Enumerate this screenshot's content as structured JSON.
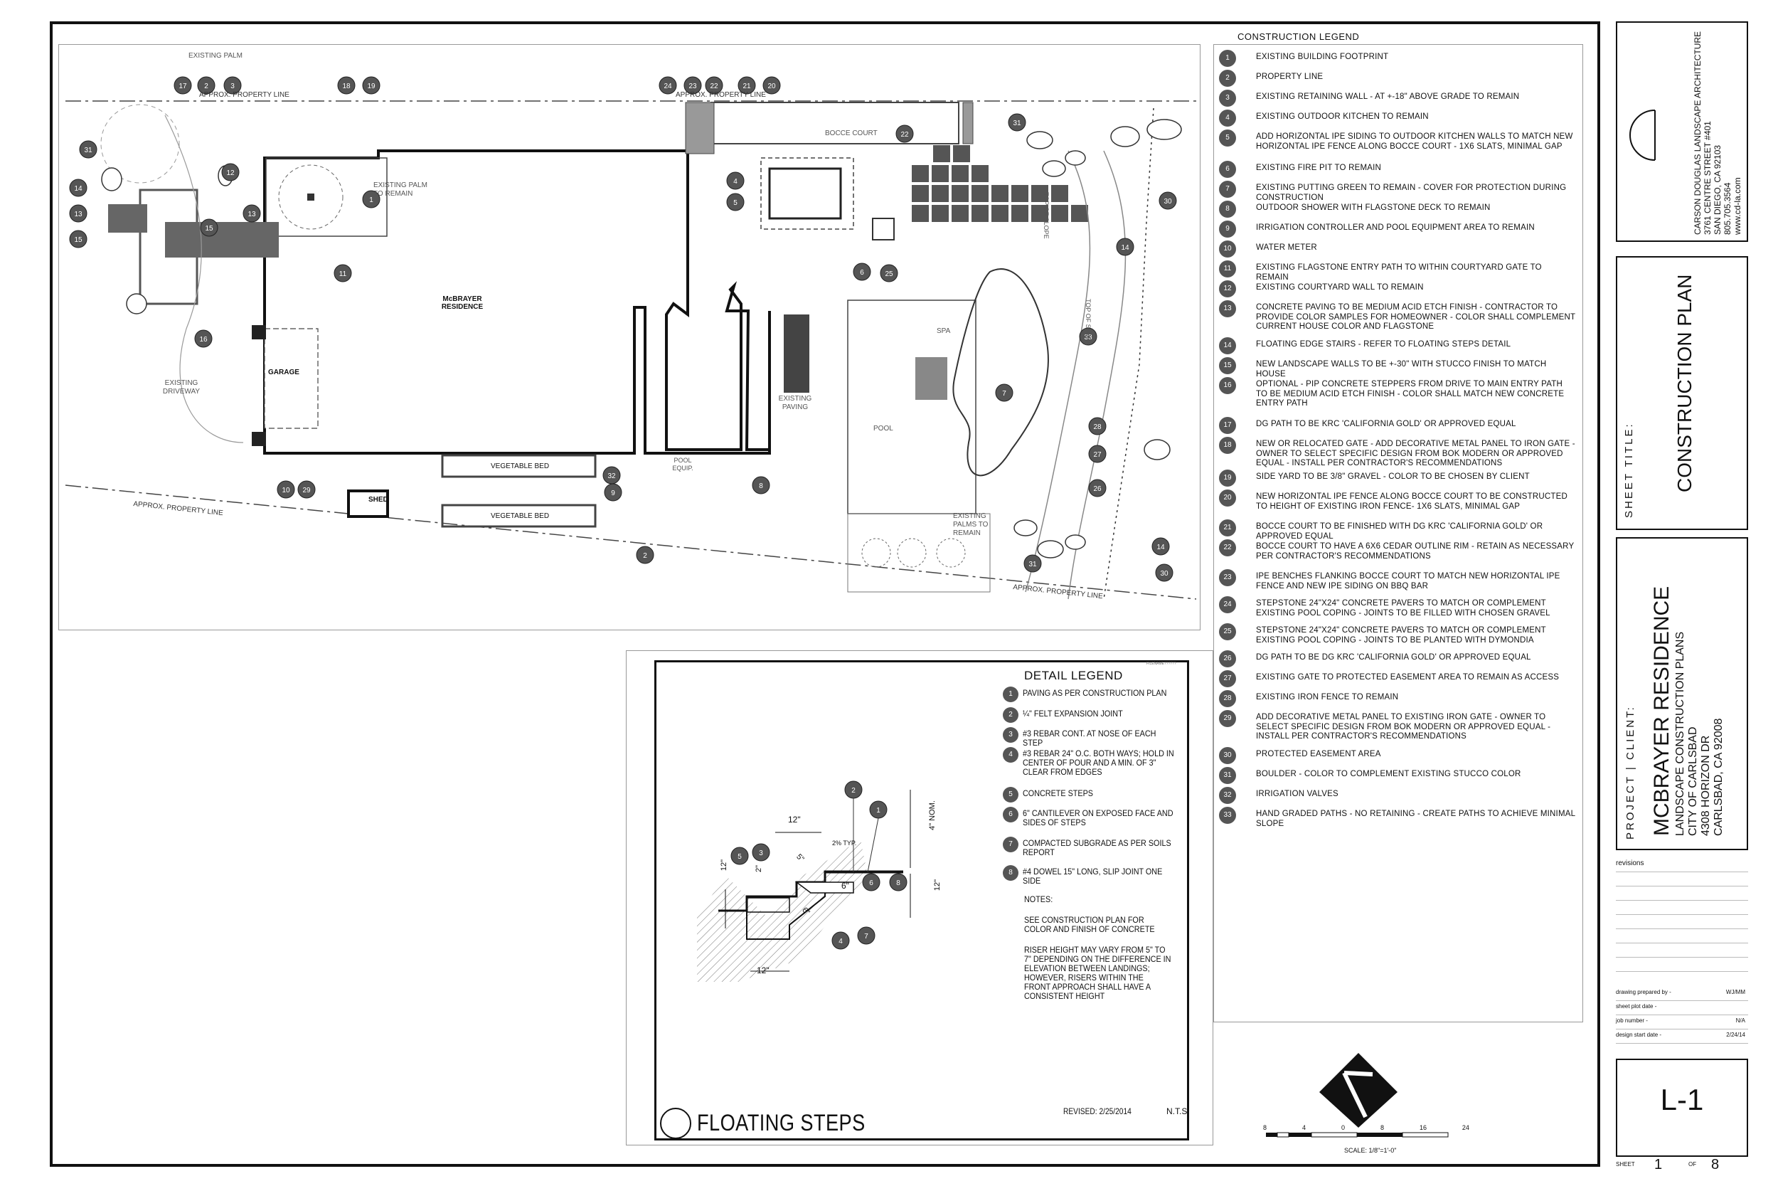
{
  "plan": {
    "labels": {
      "residence": "McBRAYER RESIDENCE",
      "garage": "GARAGE",
      "existing_driveway": "EXISTING DRIVEWAY",
      "existing_palm_top": "EXISTING PALM",
      "existing_palm_remain": "EXISTING PALM TO REMAIN",
      "bocce_court": "BOCCE COURT",
      "spa": "SPA",
      "pool": "POOL",
      "existing_paving": "EXISTING PAVING",
      "vegetable_bed_1": "VEGETABLE BED",
      "vegetable_bed_2": "VEGETABLE BED",
      "shed": "SHED",
      "pool_equip": "POOL EQUIP.",
      "existing_palms_remain": "EXISTING PALMS TO REMAIN",
      "prop_line_1": "APPROX. PROPERTY LINE",
      "prop_line_2": "APPROX. PROPERTY LINE",
      "prop_line_3": "APPROX. PROPERTY LINE",
      "prop_line_4": "APPROX. PROPERTY LINE",
      "top_of_slope_1": "TOP OF SLOPE",
      "top_of_slope_2": "TOP OF SLOPE"
    }
  },
  "construction_legend": {
    "title": "CONSTRUCTION LEGEND",
    "items": [
      {
        "num": "1",
        "text": "EXISTING BUILDING FOOTPRINT"
      },
      {
        "num": "2",
        "text": "PROPERTY LINE"
      },
      {
        "num": "3",
        "text": "EXISTING RETAINING WALL - AT +-18\" ABOVE GRADE TO REMAIN"
      },
      {
        "num": "4",
        "text": "EXISTING OUTDOOR KITCHEN TO REMAIN"
      },
      {
        "num": "5",
        "text": "ADD HORIZONTAL IPE SIDING TO OUTDOOR KITCHEN WALLS TO MATCH NEW HORIZONTAL IPE FENCE ALONG BOCCE COURT - 1X6 SLATS, MINIMAL GAP"
      },
      {
        "num": "6",
        "text": "EXISTING FIRE PIT TO REMAIN"
      },
      {
        "num": "7",
        "text": "EXISTING PUTTING GREEN TO REMAIN - COVER FOR PROTECTION DURING CONSTRUCTION"
      },
      {
        "num": "8",
        "text": "OUTDOOR SHOWER WITH FLAGSTONE DECK TO REMAIN"
      },
      {
        "num": "9",
        "text": "IRRIGATION CONTROLLER AND POOL EQUIPMENT AREA TO REMAIN"
      },
      {
        "num": "10",
        "text": "WATER METER"
      },
      {
        "num": "11",
        "text": "EXISTING FLAGSTONE ENTRY PATH TO WITHIN COURTYARD GATE TO REMAIN"
      },
      {
        "num": "12",
        "text": "EXISTING COURTYARD WALL TO REMAIN"
      },
      {
        "num": "13",
        "text": "CONCRETE PAVING TO BE MEDIUM ACID ETCH FINISH - CONTRACTOR TO PROVIDE COLOR SAMPLES FOR HOMEOWNER - COLOR SHALL COMPLEMENT CURRENT HOUSE COLOR AND FLAGSTONE"
      },
      {
        "num": "14",
        "text": "FLOATING EDGE STAIRS - REFER TO FLOATING STEPS DETAIL"
      },
      {
        "num": "15",
        "text": "NEW LANDSCAPE WALLS TO BE +-30\" WITH STUCCO FINISH TO MATCH HOUSE"
      },
      {
        "num": "16",
        "text": "OPTIONAL - PIP CONCRETE STEPPERS FROM DRIVE TO MAIN ENTRY PATH TO BE MEDIUM ACID ETCH FINISH - COLOR SHALL MATCH NEW CONCRETE ENTRY PATH"
      },
      {
        "num": "17",
        "text": "DG PATH TO BE KRC 'CALIFORNIA GOLD' OR APPROVED EQUAL"
      },
      {
        "num": "18",
        "text": "NEW OR RELOCATED GATE - ADD DECORATIVE METAL PANEL TO IRON GATE - OWNER TO SELECT SPECIFIC DESIGN FROM BOK MODERN OR APPROVED EQUAL - INSTALL PER CONTRACTOR'S RECOMMENDATIONS"
      },
      {
        "num": "19",
        "text": "SIDE YARD TO BE 3/8\" GRAVEL - COLOR TO BE CHOSEN BY CLIENT"
      },
      {
        "num": "20",
        "text": "NEW HORIZONTAL IPE FENCE ALONG BOCCE COURT TO BE CONSTRUCTED TO HEIGHT OF EXISTING IRON FENCE- 1X6 SLATS, MINIMAL GAP"
      },
      {
        "num": "21",
        "text": "BOCCE COURT TO BE FINISHED WITH DG KRC 'CALIFORNIA GOLD' OR APPROVED EQUAL"
      },
      {
        "num": "22",
        "text": "BOCCE COURT TO HAVE A 6X6 CEDAR OUTLINE RIM - RETAIN AS NECESSARY PER CONTRACTOR'S RECOMMENDATIONS"
      },
      {
        "num": "23",
        "text": "IPE BENCHES FLANKING BOCCE COURT TO MATCH NEW HORIZONTAL IPE FENCE AND NEW IPE SIDING ON BBQ BAR"
      },
      {
        "num": "24",
        "text": "STEPSTONE 24\"X24\" CONCRETE PAVERS TO MATCH OR COMPLEMENT EXISTING POOL COPING - JOINTS TO BE FILLED WITH CHOSEN GRAVEL"
      },
      {
        "num": "25",
        "text": "STEPSTONE 24\"X24\" CONCRETE PAVERS TO MATCH OR COMPLEMENT EXISTING POOL COPING - JOINTS TO BE PLANTED WITH DYMONDIA"
      },
      {
        "num": "26",
        "text": "DG PATH TO BE DG KRC 'CALIFORNIA GOLD' OR APPROVED EQUAL"
      },
      {
        "num": "27",
        "text": "EXISTING GATE TO PROTECTED EASEMENT AREA TO REMAIN AS ACCESS"
      },
      {
        "num": "28",
        "text": "EXISTING IRON FENCE TO REMAIN"
      },
      {
        "num": "29",
        "text": "ADD DECORATIVE METAL PANEL TO EXISTING IRON GATE - OWNER TO SELECT SPECIFIC DESIGN FROM BOK MODERN OR APPROVED EQUAL - INSTALL PER CONTRACTOR'S RECOMMENDATIONS"
      },
      {
        "num": "30",
        "text": "PROTECTED EASEMENT AREA"
      },
      {
        "num": "31",
        "text": "BOULDER - COLOR TO COMPLEMENT  EXISTING STUCCO COLOR"
      },
      {
        "num": "32",
        "text": "IRRIGATION VALVES"
      },
      {
        "num": "33",
        "text": "HAND GRADED PATHS - NO RETAINING - CREATE PATHS TO ACHIEVE MINIMAL SLOPE"
      }
    ]
  },
  "detail": {
    "legend_title": "DETAIL LEGEND",
    "filename": "FILENAME??????",
    "items": [
      {
        "num": "1",
        "text": "PAVING AS PER CONSTRUCTION PLAN"
      },
      {
        "num": "2",
        "text": "¼\" FELT EXPANSION JOINT"
      },
      {
        "num": "3",
        "text": "#3 REBAR CONT. AT NOSE OF EACH STEP"
      },
      {
        "num": "4",
        "text": "#3 REBAR 24\" O.C. BOTH WAYS; HOLD IN CENTER OF POUR AND A MIN. OF 3\" CLEAR FROM EDGES"
      },
      {
        "num": "5",
        "text": "CONCRETE STEPS"
      },
      {
        "num": "6",
        "text": "6\" CANTILEVER ON EXPOSED FACE AND SIDES OF STEPS"
      },
      {
        "num": "7",
        "text": "COMPACTED SUBGRADE AS PER SOILS REPORT"
      },
      {
        "num": "8",
        "text": "#4 DOWEL 15\" LONG, SLIP JOINT ONE SIDE"
      }
    ],
    "notes_title": "NOTES:",
    "note_1": "SEE CONSTRUCTION PLAN FOR COLOR AND FINISH OF CONCRETE",
    "note_2": "RISER HEIGHT MAY VARY FROM 5\" TO 7\" DEPENDING ON THE DIFFERENCE IN ELEVATION BETWEEN LANDINGS; HOWEVER, RISERS WITHIN THE FRONT APPROACH SHALL HAVE A CONSISTENT HEIGHT",
    "title": "FLOATING STEPS",
    "revised": "REVISED: 2/25/2014",
    "scale": "N.T.S.",
    "dims": {
      "d12a": "12\"",
      "d12b": "12\"",
      "d12c": "12\"",
      "d12d": "12\"",
      "d2": "2\"",
      "d6a": "6\"",
      "d6b": "6\"",
      "d5": "5\"",
      "typ": "2% TYP.",
      "nom": "4\" NOM."
    }
  },
  "north": {
    "scale_label": "SCALE: 1/8\"=1'-0\"",
    "ticks": [
      "8",
      "4",
      "0",
      "8",
      "16",
      "24"
    ]
  },
  "title_block": {
    "firm_name": "CARSON DOUGLAS LANDSCAPE ARCHITECTURE",
    "firm_address": "3761 CENTRE STREET #401",
    "firm_city": "SAN DIEGO, CA 92103",
    "firm_phone": "805.705.3564",
    "firm_web": "www.cd-la.com",
    "sheet_title_label": "SHEET TITLE:",
    "sheet_title": "CONSTRUCTION PLAN",
    "project_label": "PROJECT | CLIENT:",
    "project_name": "MCBRAYER RESIDENCE",
    "project_sub": "LANDSCAPE CONSTRUCTION PLANS",
    "project_city": "CITY OF CARLSBAD",
    "project_address": "4308 HORIZON DR",
    "project_citystate": "CARLSBAD, CA 92008",
    "revisions_label": "revisions",
    "info": [
      {
        "label": "drawing prepared by -",
        "value": "WJ/MM"
      },
      {
        "label": "sheet plot date -",
        "value": ""
      },
      {
        "label": "job number -",
        "value": "N/A"
      },
      {
        "label": "design start date -",
        "value": "2/24/14"
      }
    ],
    "sheet_number": "L-1",
    "sheet_label": "SHEET",
    "sheet_current": "1",
    "sheet_of": "OF",
    "sheet_total": "8"
  }
}
